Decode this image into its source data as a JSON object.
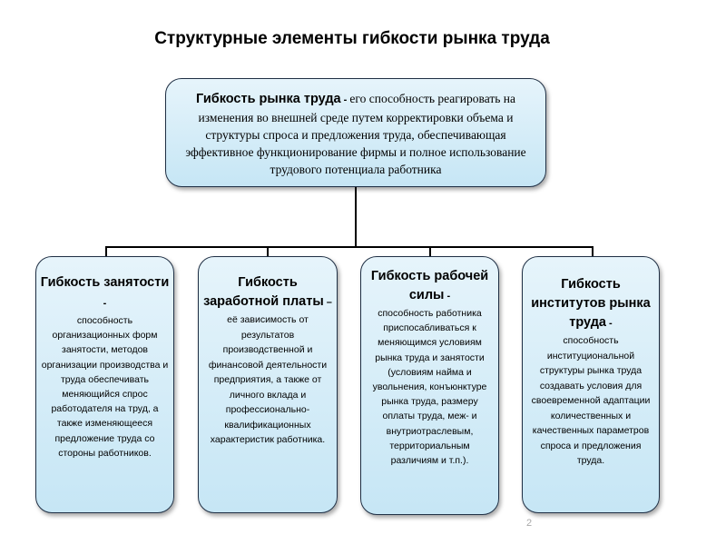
{
  "title": "Структурные элементы гибкости рынка труда",
  "definition": {
    "term": "Гибкость рынка труда",
    "dash": " - ",
    "text": "его способность реагировать на изменения во внешней среде путем корректировки объема и структуры спроса и предложения труда, обеспечивающая эффективное функционирование фирмы и полное использование трудового потенциала работника"
  },
  "elements": [
    {
      "heading": "Гибкость занятости",
      "dash": " -",
      "body": "способность организационных форм занятости, методов организации производства и труда обеспечивать меняющийся спрос работодателя на труд, а также изменяющееся предложение труда со стороны работников."
    },
    {
      "heading": "Гибкость заработной платы",
      "dash": " –",
      "body": "её зависимость от результатов производственной и финансовой деятельности предприятия, а также от личного вклада и профессионально-квалификационных характеристик работника."
    },
    {
      "heading": "Гибкость рабочей силы",
      "dash": " -",
      "body": "способность работника приспосабливаться к меняющимся условиям рынка труда и занятости (условиям найма и увольнения, конъюнктуре рынка труда, размеру оплаты труда, меж- и внутриотраслевым, территориальным различиям и т.п.)."
    },
    {
      "heading": "Гибкость институтов рынка труда",
      "dash": " -",
      "body": "способность институциональной структуры рынка труда создавать условия для своевременной адаптации количественных и качественных параметров спроса и предложения труда."
    }
  ],
  "page_number": "2"
}
